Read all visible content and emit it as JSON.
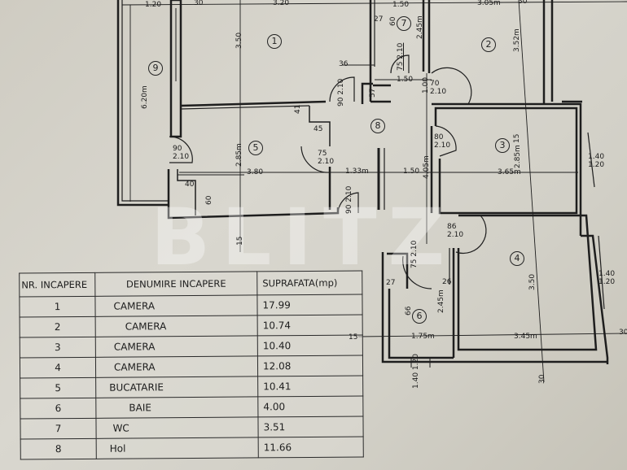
{
  "watermark": "BLITZ",
  "rooms": [
    "1",
    "2",
    "3",
    "4",
    "5",
    "6",
    "7",
    "8",
    "9"
  ],
  "table": {
    "headers": [
      "NR. INCAPERE",
      "DENUMIRE INCAPERE",
      "SUPRAFATA(mp)"
    ],
    "rows": [
      {
        "nr": "1",
        "name": "CAMERA",
        "area": "17.99"
      },
      {
        "nr": "2",
        "name": "CAMERA",
        "area": "10.74"
      },
      {
        "nr": "3",
        "name": "CAMERA",
        "area": "10.40"
      },
      {
        "nr": "4",
        "name": "CAMERA",
        "area": "12.08"
      },
      {
        "nr": "5",
        "name": "BUCATARIE",
        "area": "10.41"
      },
      {
        "nr": "6",
        "name": "BAIE",
        "area": "4.00"
      },
      {
        "nr": "7",
        "name": "WC",
        "area": "3.51"
      },
      {
        "nr": "8",
        "name": "Hol",
        "area": "11.66"
      }
    ]
  },
  "dimensions": [
    "1.20",
    "30",
    "3.20",
    "1.50",
    "3.05m",
    "30",
    "3.50",
    "2.45m",
    "3.52m",
    "6.20m",
    "36",
    "1.50",
    "1.00",
    "57",
    "41",
    "45",
    "2.85m",
    "2.85m",
    "15",
    "3.80",
    "1.33m",
    "1.50",
    "4.05m",
    "3.65m",
    "40",
    "60",
    "15",
    "66",
    "2.45m",
    "27",
    "26",
    "27",
    "60",
    "1.75m",
    "3.45m",
    "15",
    "30",
    "30",
    "3.50"
  ],
  "doors": [
    {
      "w": "75",
      "h": "2.10"
    },
    {
      "w": "90",
      "h": "2.10"
    },
    {
      "w": "70",
      "h": "2.10"
    },
    {
      "w": "80",
      "h": "2.10"
    },
    {
      "w": "90",
      "h": "2.10"
    },
    {
      "w": "75",
      "h": "2.10"
    },
    {
      "w": "90",
      "h": "2.10"
    },
    {
      "w": "86",
      "h": "2.10"
    },
    {
      "w": "75",
      "h": "2.10"
    }
  ],
  "windows": [
    {
      "w": "1.40",
      "h": "1.20"
    },
    {
      "w": "1.40",
      "h": "1.20"
    },
    {
      "w": "1.40",
      "h": "1.20"
    }
  ]
}
